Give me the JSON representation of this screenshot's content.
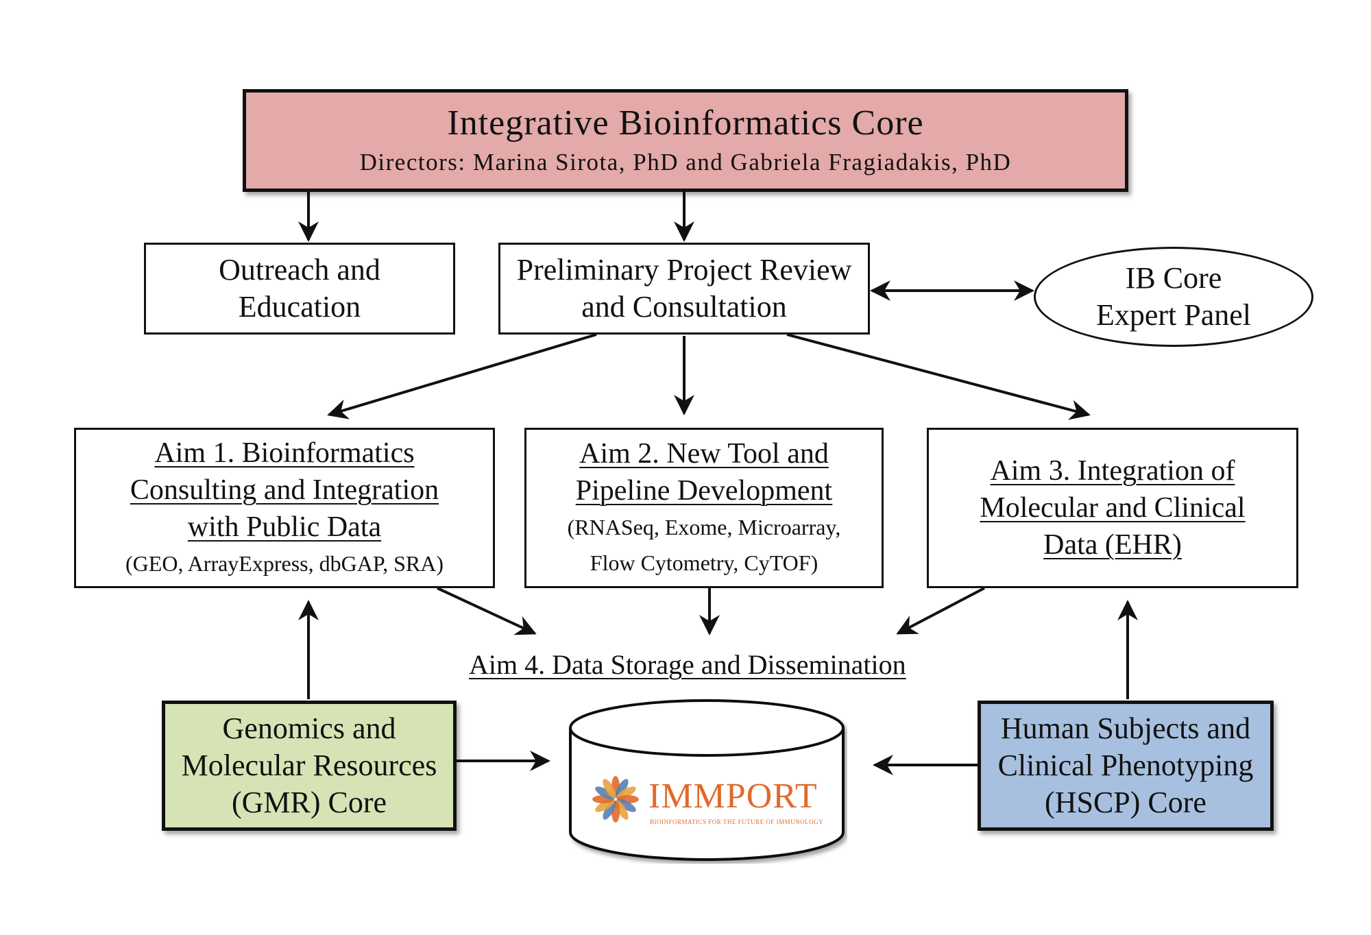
{
  "director": {
    "title": "Integrative Bioinformatics Core",
    "subtitle": "Directors: Marina Sirota, PhD and Gabriela Fragiadakis, PhD",
    "color": "#e4a9a9"
  },
  "outreach": {
    "lines": [
      "Outreach and",
      "Education"
    ]
  },
  "review": {
    "lines": [
      "Preliminary Project Review",
      "and Consultation"
    ]
  },
  "expert_panel": {
    "lines": [
      "IB Core",
      "Expert Panel"
    ]
  },
  "aim1": {
    "lines": [
      "Aim 1. Bioinformatics",
      "Consulting and Integration",
      "with Public Data"
    ],
    "detail": "(GEO, ArrayExpress, dbGAP, SRA)"
  },
  "aim2": {
    "lines": [
      "Aim 2. New Tool and",
      "Pipeline Development"
    ],
    "details": [
      "(RNASeq, Exome, Microarray,",
      "Flow Cytometry, CyTOF)"
    ]
  },
  "aim3": {
    "lines": [
      "Aim 3. Integration of",
      "Molecular and Clinical",
      "Data (EHR)"
    ]
  },
  "aim4": {
    "label": "Aim 4. Data Storage and Dissemination"
  },
  "gmr": {
    "lines": [
      "Genomics and",
      "Molecular Resources",
      "(GMR) Core"
    ],
    "color": "#d6e4b5"
  },
  "hscp": {
    "lines": [
      "Human Subjects and",
      "Clinical Phenotyping",
      "(HSCP) Core"
    ],
    "color": "#a7c0df"
  },
  "immport": {
    "logo_text": "IMMPORT",
    "logo_tagline": "BIOINFORMATICS FOR THE FUTURE OF IMMUNOLOGY",
    "color": "#e06a2c"
  }
}
